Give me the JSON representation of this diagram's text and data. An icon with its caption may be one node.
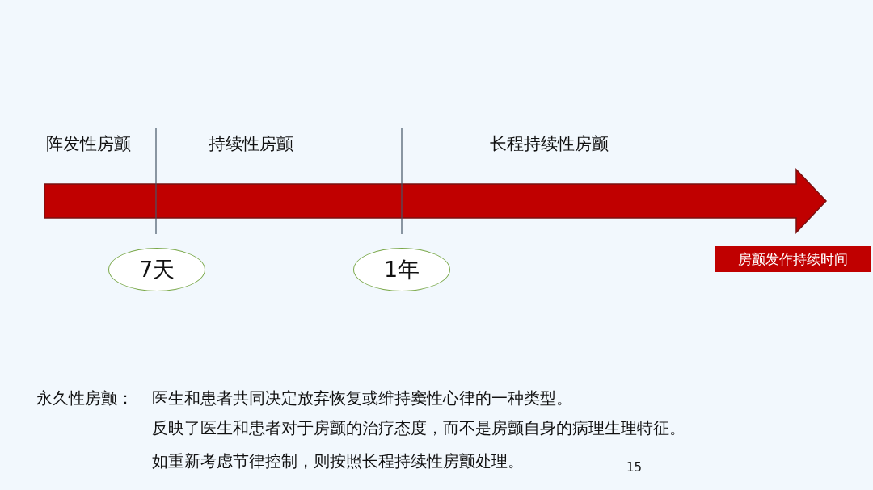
{
  "diagram": {
    "nodes": [
      {
        "text": [
          "7天"
        ]
      },
      {
        "text": [
          "1年"
        ]
      },
      {
        "text": [
          "房颤发作持续时间"
        ]
      }
    ],
    "labels": [
      "阵发性房颤",
      "持续性房颤",
      "长程持续性房颤",
      "永久性房颤：",
      "医生和患者共同决定放弃恢复或维持窦性心律的一种类型。",
      "反映了医生和患者对于房颤的治疗态度，而不是房颤自身的病理生理特征。",
      "如重新考虑节律控制，则按照长程持续性房颤处理。",
      "15"
    ]
  }
}
